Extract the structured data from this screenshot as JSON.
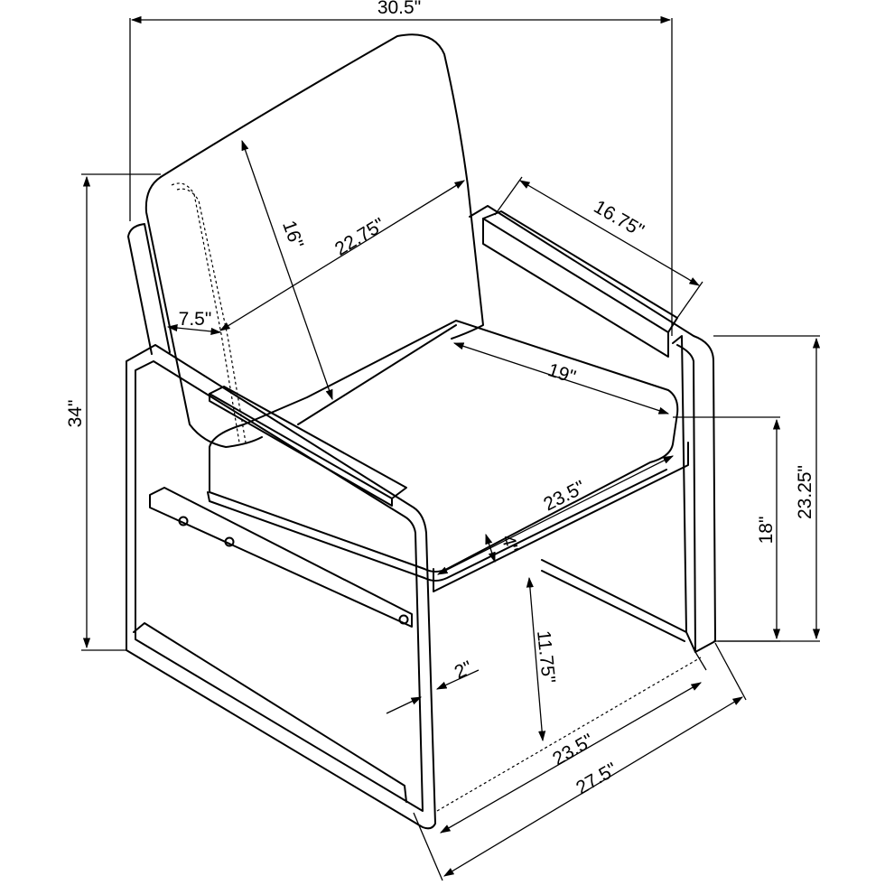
{
  "dimensions": {
    "overall_width": "30.5\"",
    "overall_height": "34\"",
    "back_height": "16\"",
    "back_width": "22.75\"",
    "back_cushion_depth": "7.5\"",
    "arm_length": "16.75\"",
    "seat_depth": "19\"",
    "arm_height": "23.25\"",
    "seat_height": "18\"",
    "seat_width": "23.5\"",
    "cushion_thickness": "4\"",
    "frame_thickness": "2\"",
    "under_seat_clearance": "11.75\"",
    "inner_depth": "23.5\"",
    "overall_depth": "27.5\""
  }
}
